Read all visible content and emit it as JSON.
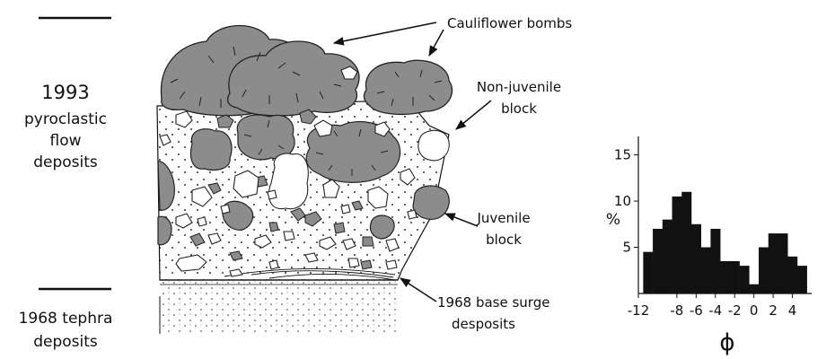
{
  "labels": {
    "cauliflower": "Cauliflower bombs",
    "nonjuv_1": "Non-juvenile",
    "nonjuv_2": "block",
    "juv_1": "Juvenile",
    "juv_2": "block",
    "surge_1": "1968 base surge",
    "surge_2": "desposits",
    "unit_1993": [
      "1993",
      "pyroclastic",
      "flow",
      "deposits"
    ],
    "unit_1968": [
      "1968 tephra",
      "deposits"
    ]
  },
  "chart_data": {
    "type": "bar",
    "title": "",
    "xlabel": "ϕ",
    "ylabel": "%",
    "x_ticks": [
      "-12",
      "-8",
      "-6",
      "-4",
      "-2",
      "0",
      "2",
      "4"
    ],
    "y_ticks": [
      "5",
      "10",
      "15"
    ],
    "xlim": [
      -12,
      6
    ],
    "ylim": [
      0,
      17
    ],
    "bins": [
      -11,
      -10,
      -9,
      -8,
      -7,
      -6,
      -5,
      -4,
      -3,
      -2,
      -1,
      0,
      1,
      2,
      3,
      4,
      5
    ],
    "values": [
      4.5,
      7,
      8,
      10.5,
      11,
      7.5,
      5,
      7,
      3.5,
      3.5,
      3,
      1,
      5,
      6.5,
      6.5,
      4,
      3
    ],
    "grid": false
  },
  "colors": {
    "clast_fill": "#8c8c8c",
    "outline": "#222222",
    "background": "#ffffff"
  }
}
